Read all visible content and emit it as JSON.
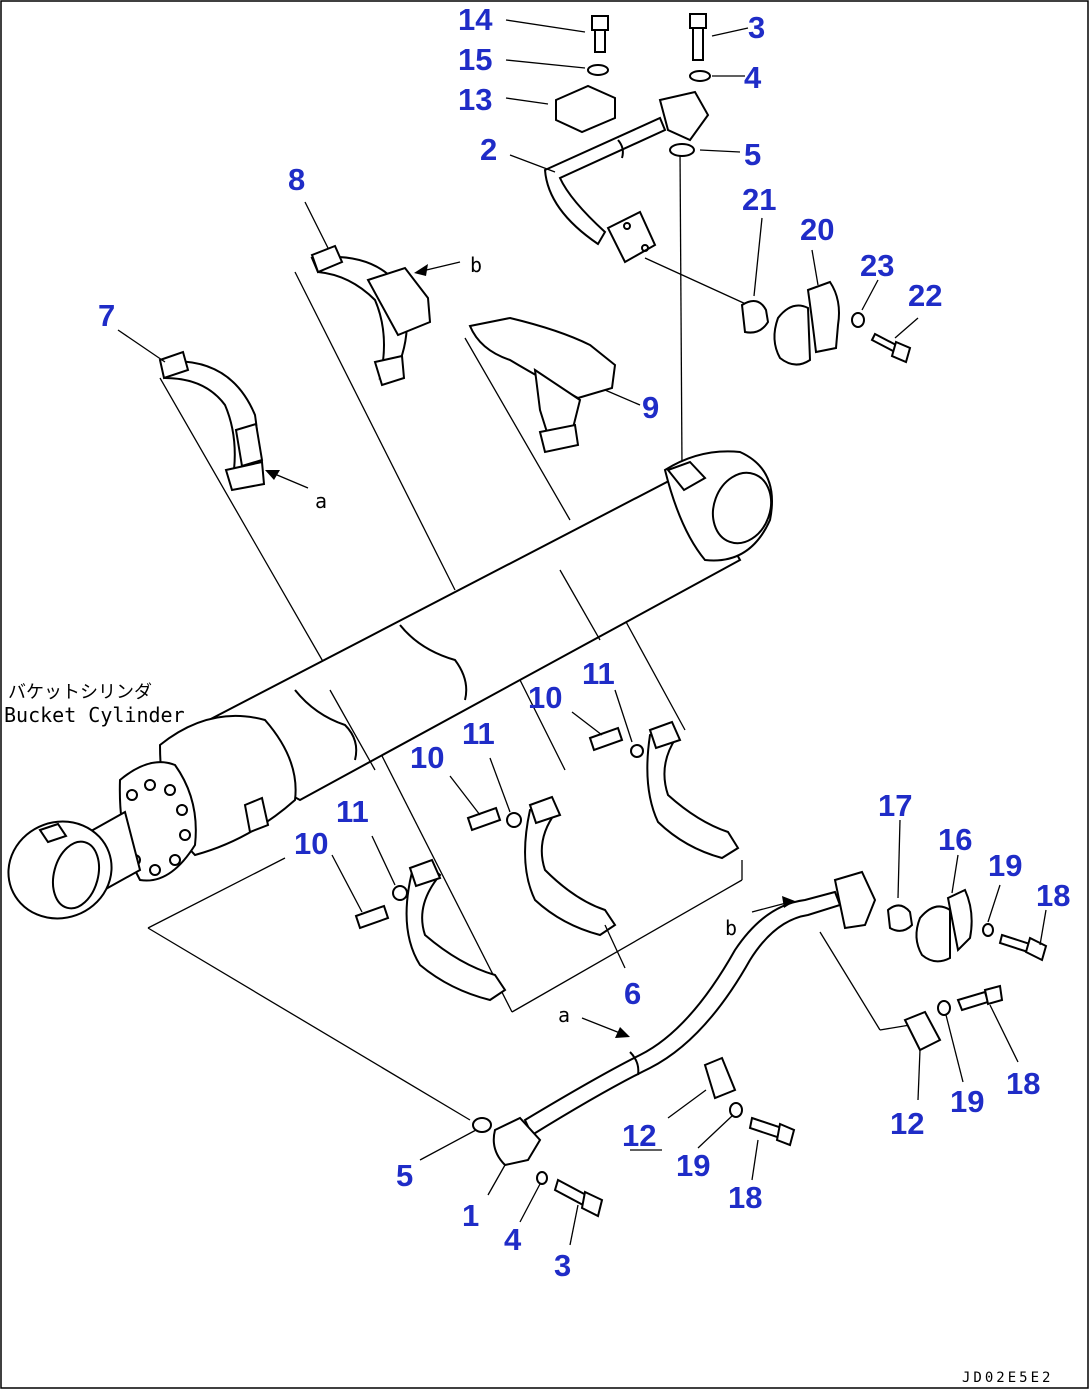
{
  "diagram": {
    "callouts": [
      {
        "label": "14"
      },
      {
        "label": "15"
      },
      {
        "label": "13"
      },
      {
        "label": "3"
      },
      {
        "label": "4"
      },
      {
        "label": "2"
      },
      {
        "label": "5"
      },
      {
        "label": "8"
      },
      {
        "label": "21"
      },
      {
        "label": "20"
      },
      {
        "label": "23"
      },
      {
        "label": "22"
      },
      {
        "label": "7"
      },
      {
        "label": "9"
      },
      {
        "label": "11"
      },
      {
        "label": "10"
      },
      {
        "label": "11"
      },
      {
        "label": "10"
      },
      {
        "label": "11"
      },
      {
        "label": "10"
      },
      {
        "label": "17"
      },
      {
        "label": "16"
      },
      {
        "label": "19"
      },
      {
        "label": "18"
      },
      {
        "label": "6"
      },
      {
        "label": "18"
      },
      {
        "label": "19"
      },
      {
        "label": "12"
      },
      {
        "label": "12"
      },
      {
        "label": "19"
      },
      {
        "label": "18"
      },
      {
        "label": "5"
      },
      {
        "label": "1"
      },
      {
        "label": "4"
      },
      {
        "label": "3"
      }
    ],
    "annotations": {
      "a_upper": "a",
      "a_lower": "a",
      "b_upper": "b",
      "b_lower": "b",
      "cylinder_jp": "バケットシリンダ",
      "cylinder_en": "Bucket Cylinder",
      "drawing_ref": "JD02E5E2"
    }
  }
}
